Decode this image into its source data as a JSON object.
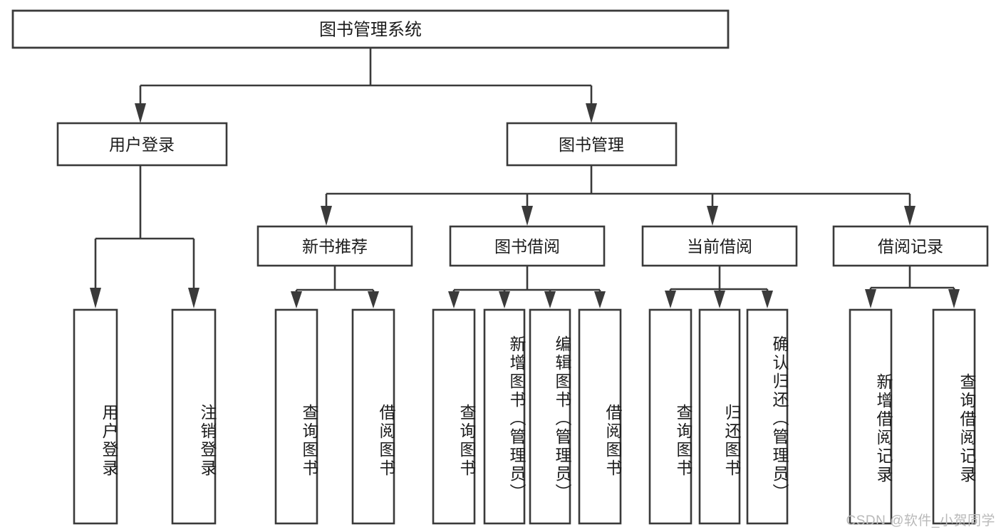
{
  "diagram": {
    "title": "图书管理系统",
    "type": "hierarchy-tree",
    "watermark": "CSDN @软件_小贺同学",
    "colors": {
      "stroke": "#3a3a3a",
      "box_fill": "#ffffff",
      "text": "#1c1c1c",
      "background": "#ffffff",
      "watermark": "#b9b9b9"
    },
    "root": {
      "label": "图书管理系统"
    },
    "level1": [
      {
        "label": "用户登录"
      },
      {
        "label": "图书管理"
      }
    ],
    "level2": [
      {
        "label": "新书推荐"
      },
      {
        "label": "图书借阅"
      },
      {
        "label": "当前借阅"
      },
      {
        "label": "借阅记录"
      }
    ],
    "leaves": {
      "user_login": [
        {
          "label": "用户登录"
        },
        {
          "label": "注销登录"
        }
      ],
      "new_book_recommend": [
        {
          "label": "查询图书"
        },
        {
          "label": "借阅图书"
        }
      ],
      "book_borrow": [
        {
          "label": "查询图书"
        },
        {
          "label": "新增图书（管理员）"
        },
        {
          "label": "编辑图书（管理员）"
        },
        {
          "label": "借阅图书"
        }
      ],
      "current_borrow": [
        {
          "label": "查询图书"
        },
        {
          "label": "归还图书"
        },
        {
          "label": "确认归还（管理员）"
        }
      ],
      "borrow_record": [
        {
          "label": "新增借阅记录"
        },
        {
          "label": "查询借阅记录"
        }
      ]
    }
  }
}
